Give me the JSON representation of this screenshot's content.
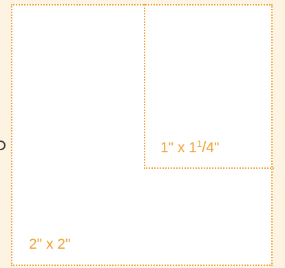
{
  "diagram": {
    "outer": {
      "label": "2\" x 2\""
    },
    "inner": {
      "label_prefix": "1\" x 1",
      "fraction_numerator": "1",
      "fraction_slash": "/",
      "fraction_denominator": "4",
      "label_suffix": "\""
    }
  },
  "colors": {
    "accent": "#f0a030",
    "page_background": "#fdf3e3",
    "square_fill": "#ffffff"
  }
}
